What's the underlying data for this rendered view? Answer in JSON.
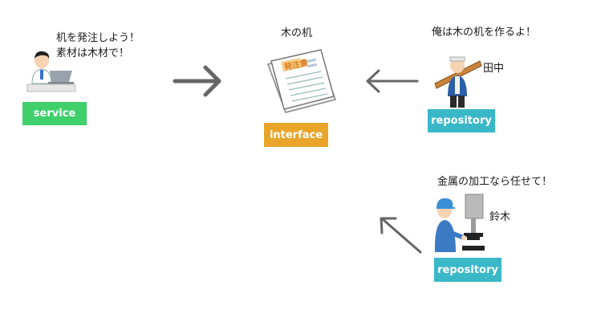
{
  "service": {
    "speech_line1": "机を発注しよう！",
    "speech_line2": "素材は木材で！",
    "tag": "service",
    "tag_color": "#3fcf6b"
  },
  "interface": {
    "title": "木の机",
    "document_heading": "発注書",
    "tag": "interface",
    "tag_color": "#e8a52a"
  },
  "repository_wood": {
    "speech": "俺は木の机を作るよ！",
    "person_name": "田中",
    "tag": "repository",
    "tag_color": "#3ab8c8"
  },
  "repository_metal": {
    "speech": "金属の加工なら任せて！",
    "person_name": "鈴木",
    "tag": "repository",
    "tag_color": "#3ab8c8"
  },
  "arrow_color": "#666666"
}
